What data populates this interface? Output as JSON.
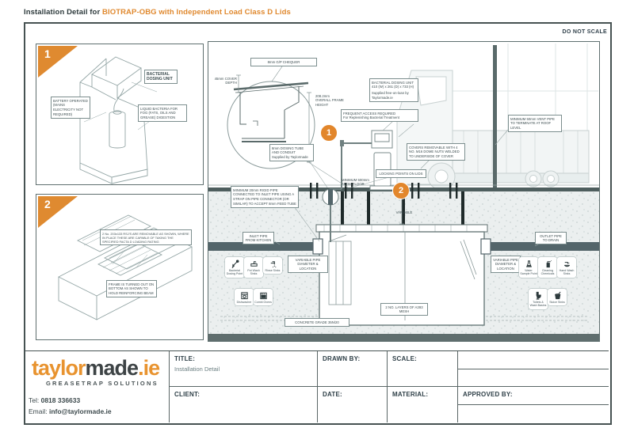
{
  "page": {
    "header_prefix": "Installation Detail for ",
    "header_highlight": "BIOTRAP-OBG with Independent Load Class D Lids",
    "do_not_scale": "DO NOT SCALE",
    "colors": {
      "accent_orange": "#DF8A30",
      "logo_orange": "#E8932F",
      "line_teal": "#5f6f6f",
      "pipe_dark": "#53656a"
    }
  },
  "panel1": {
    "number": "1",
    "labels": {
      "bacterial_dosing_unit": "BACTERIAL DOSING UNIT",
      "battery": "BATTERY OPERATED (MAINS ELECTRICITY NOT REQUIRED)",
      "liquid_bacteria": "LIQUID BACTERIA FOR FOG (FATS, OILS AND GREASE) DIGESTION"
    }
  },
  "panel2": {
    "number": "2",
    "labels": {
      "rsj": "2 No. 203x133 RSJ'S ARE REMOVABLE AS SHOWN, WHERE IN PLACE THESE ARE CAPABLE OF TAKING THE SPECIFIED FACTA D LOADING RATING",
      "frame": "FRAME IS TURNED OUT ON BOTTOM AS SHOWN TO HOLD REINFORCING BEAM"
    }
  },
  "main": {
    "markers": {
      "one": "1",
      "two": "2"
    },
    "labels": {
      "chequer": "8mm G/P CHEQUER",
      "cover_depth": "45mm COVER DEPTH",
      "frame_height_1": "208.2mm",
      "frame_height_2": "OVERALL FRAME HEIGHT",
      "dosing_unit_1": "BACTERIAL DOSING UNIT",
      "dosing_unit_2": "410 (W) x 261 (D) x 733 (H)",
      "dosing_unit_3": "Supplied free-on-loan by Taylormade.ie",
      "frequent_access_1": "FREQUENT ACCESS REQUIRED",
      "frequent_access_2": "For Replenishing Bacterial Treatment",
      "vent": "MINIMUM 50mm VENT PIPE TO TERMINATE AT ROOF LEVEL",
      "dosing_tube_1": "8mm DOSING TUBE AND CONDUIT",
      "dosing_tube_2": "Supplied by Taylormade",
      "covers": "COVERS REMOVABLE WITH 4 NO. M16 DOME NUTS WELDED TO UNDERSIDE OF COVER",
      "locking": "LOCKING POINTS ON LIDS",
      "min_floor": "MINIMUM 500mm FROM FLOOR",
      "rigid_pipe": "MINIMUM 20mm RIGID PIPE CONNECTED TO INLET PIPE USING A STRAP ON PIPE CONNECTOR (OR SIMILAR) TO ACCEPT 8mm FEED TUBE",
      "inlet": "INLET PIPE FROM KITCHEN",
      "outlet": "OUTLET PIPE TO DRAIN",
      "variable": "VARIABLE",
      "variable_pipe": "VARIABLE PIPE DIAMETER & LOCATION",
      "mesh": "2 NO. LAYERS OF A393 MESH",
      "concrete": "CONCRETE GRADE 35N/20"
    },
    "legend_left": [
      {
        "label": "Bacterial Dosing Point"
      },
      {
        "label": "Pot Wash Sinks"
      },
      {
        "label": "Rinse Sinks"
      },
      {
        "label": "Dishwasher"
      },
      {
        "label": "Combi Ovens"
      }
    ],
    "legend_right": [
      {
        "label": "Water Sample Point"
      },
      {
        "label": "Cleaning Chemicals"
      },
      {
        "label": "Hand Wash Sinks"
      },
      {
        "label": "Toilets & Wash Basins"
      },
      {
        "label": "Sluice Sinks"
      }
    ]
  },
  "title_block": {
    "logo_part1": "taylor",
    "logo_part2": "made",
    "logo_part3": ".ie",
    "logo_sub": "GREASETRAP SOLUTIONS",
    "tel_label": "Tel: ",
    "tel_value": "0818 336633",
    "email_label": "Email: ",
    "email_value": "info@taylormade.ie",
    "title_label": "TITLE:",
    "title_value": "Installation Detail",
    "client_label": "CLIENT:",
    "drawn_by_label": "DRAWN BY:",
    "date_label": "DATE:",
    "scale_label": "SCALE:",
    "material_label": "MATERIAL:",
    "approved_label": "APPROVED BY:"
  }
}
